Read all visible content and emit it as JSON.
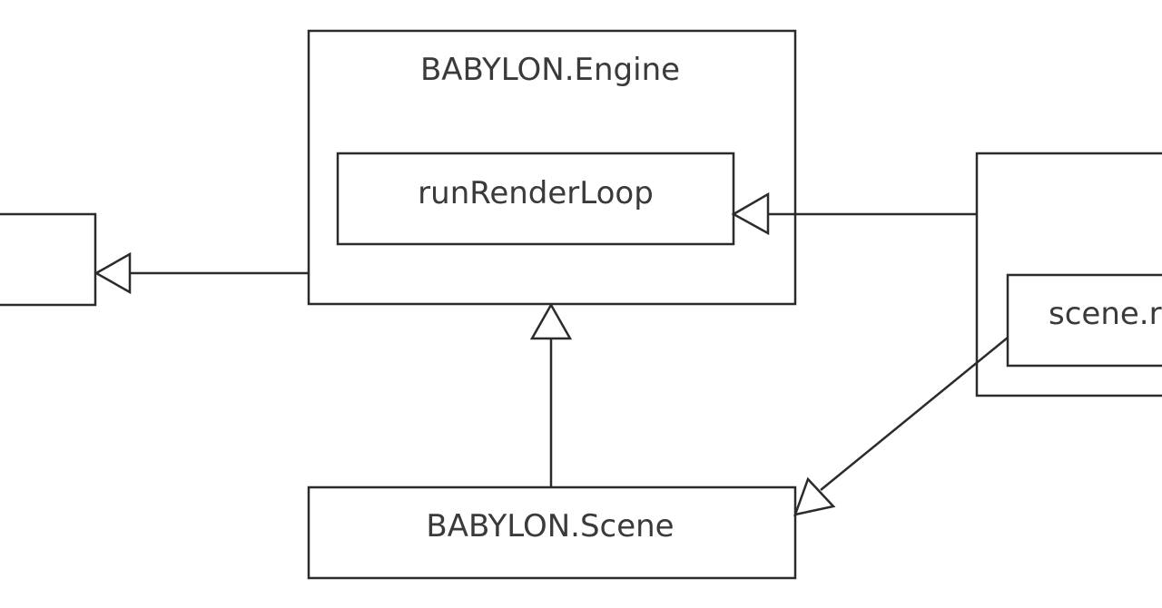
{
  "nodes": {
    "engine": {
      "label": "BABYLON.Engine"
    },
    "run_render_loop": {
      "label": "runRenderLoop"
    },
    "scene": {
      "label": "BABYLON.Scene"
    },
    "scene_method": {
      "label": "scene.r"
    },
    "left_box": {
      "label": ""
    },
    "right_box": {
      "label": ""
    }
  },
  "edges": [
    {
      "from": "engine",
      "to": "left_box",
      "type": "inheritance"
    },
    {
      "from": "scene",
      "to": "engine",
      "type": "inheritance"
    },
    {
      "from": "right_box",
      "to": "run_render_loop",
      "type": "inheritance"
    },
    {
      "from": "scene_method",
      "to": "scene",
      "type": "inheritance"
    }
  ]
}
